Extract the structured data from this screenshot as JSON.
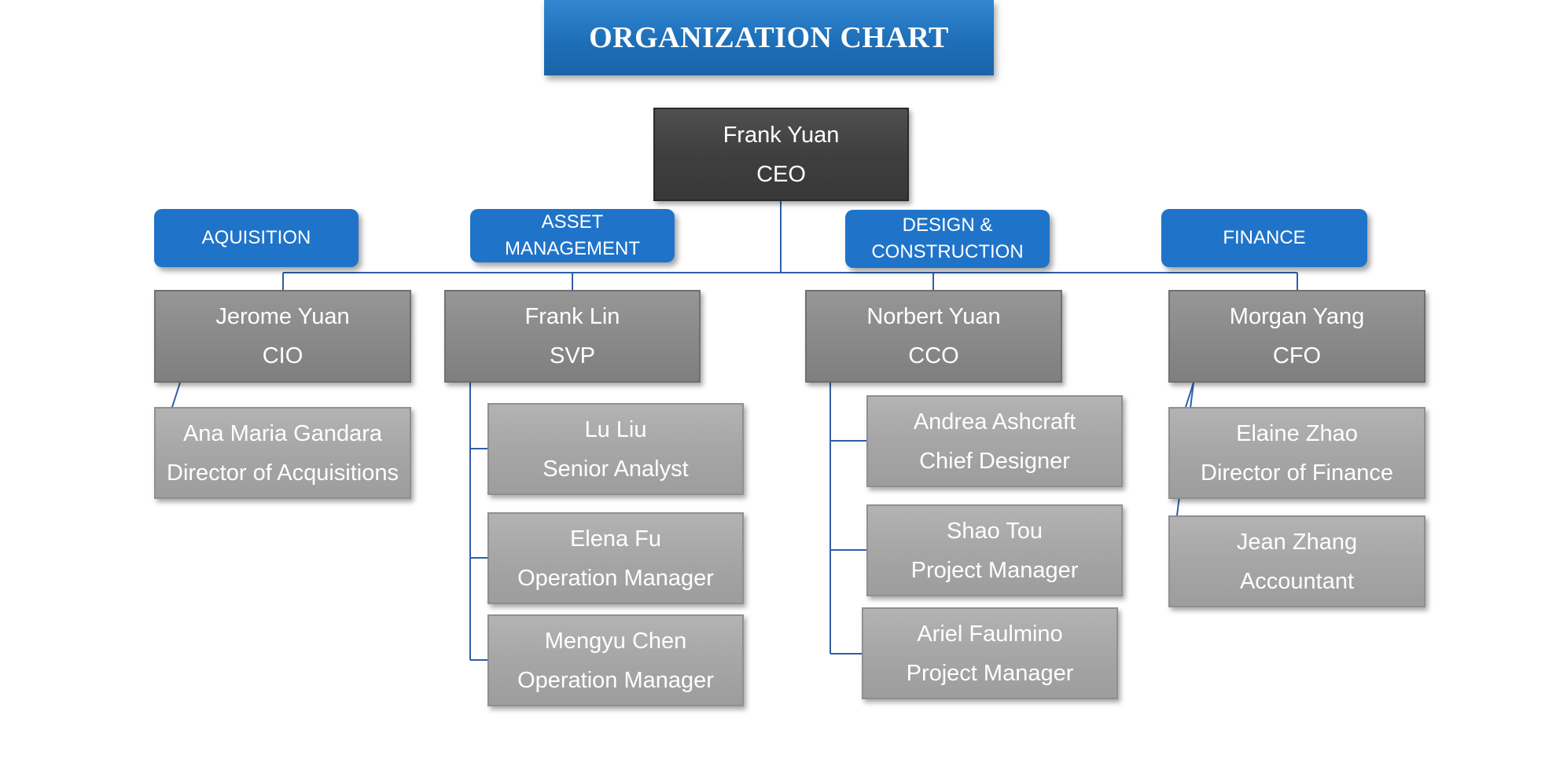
{
  "title": "ORGANIZATION CHART",
  "ceo": {
    "name": "Frank Yuan",
    "role": "CEO"
  },
  "departments": [
    {
      "label_lines": [
        "AQUISITION"
      ]
    },
    {
      "label_lines": [
        "ASSET",
        "MANAGEMENT"
      ]
    },
    {
      "label_lines": [
        "DESIGN &",
        "CONSTRUCTION"
      ]
    },
    {
      "label_lines": [
        "FINANCE"
      ]
    }
  ],
  "heads": [
    {
      "name": "Jerome Yuan",
      "role": "CIO"
    },
    {
      "name": "Frank Lin",
      "role": "SVP"
    },
    {
      "name": "Norbert Yuan",
      "role": "CCO"
    },
    {
      "name": "Morgan Yang",
      "role": "CFO"
    }
  ],
  "staff": {
    "acquisition": [
      {
        "name": "Ana Maria Gandara",
        "role": "Director of Acquisitions"
      }
    ],
    "asset_management": [
      {
        "name": "Lu Liu",
        "role": "Senior Analyst"
      },
      {
        "name": "Elena Fu",
        "role": "Operation Manager"
      },
      {
        "name": "Mengyu Chen",
        "role": "Operation Manager"
      }
    ],
    "design_construction": [
      {
        "name": "Andrea Ashcraft",
        "role": "Chief Designer"
      },
      {
        "name": "Shao Tou",
        "role": "Project Manager"
      },
      {
        "name": "Ariel Faulmino",
        "role": "Project Manager"
      }
    ],
    "finance": [
      {
        "name": "Elaine Zhao",
        "role": "Director of Finance"
      },
      {
        "name": "Jean Zhang",
        "role": "Accountant"
      }
    ]
  }
}
